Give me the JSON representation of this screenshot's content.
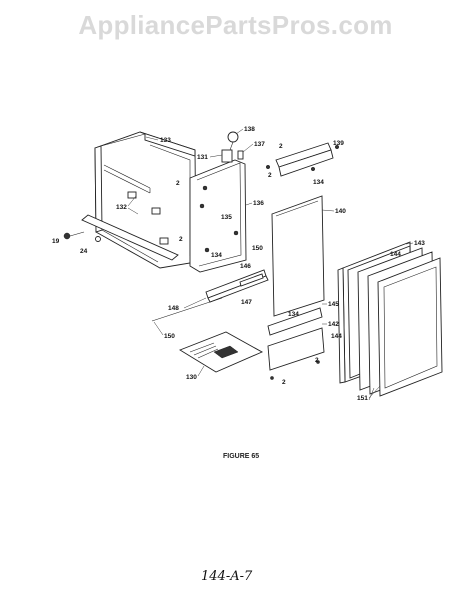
{
  "watermark": "AppliancePartsPros.com",
  "figure_caption": "FIGURE 65",
  "footer_note": "144-A-7",
  "callouts": [
    {
      "id": "c133",
      "label": "133"
    },
    {
      "id": "c138",
      "label": "138"
    },
    {
      "id": "c137",
      "label": "137"
    },
    {
      "id": "c131",
      "label": "131"
    },
    {
      "id": "c2a",
      "label": "2"
    },
    {
      "id": "c139",
      "label": "139"
    },
    {
      "id": "c2b",
      "label": "2"
    },
    {
      "id": "c134a",
      "label": "134"
    },
    {
      "id": "c2c",
      "label": "2"
    },
    {
      "id": "c132",
      "label": "132"
    },
    {
      "id": "c135",
      "label": "135"
    },
    {
      "id": "c136",
      "label": "136"
    },
    {
      "id": "c140",
      "label": "140"
    },
    {
      "id": "c19",
      "label": "19"
    },
    {
      "id": "c24",
      "label": "24"
    },
    {
      "id": "c2d",
      "label": "2"
    },
    {
      "id": "c150a",
      "label": "150"
    },
    {
      "id": "c134b",
      "label": "134"
    },
    {
      "id": "c146",
      "label": "146"
    },
    {
      "id": "c144a",
      "label": "144"
    },
    {
      "id": "c143",
      "label": "143"
    },
    {
      "id": "c148",
      "label": "148"
    },
    {
      "id": "c147",
      "label": "147"
    },
    {
      "id": "c145",
      "label": "145"
    },
    {
      "id": "c134c",
      "label": "134"
    },
    {
      "id": "c142",
      "label": "142"
    },
    {
      "id": "c144b",
      "label": "144"
    },
    {
      "id": "c150b",
      "label": "150"
    },
    {
      "id": "c130",
      "label": "130"
    },
    {
      "id": "c2e",
      "label": "2"
    },
    {
      "id": "c2f",
      "label": "2"
    },
    {
      "id": "c151",
      "label": "151"
    }
  ]
}
